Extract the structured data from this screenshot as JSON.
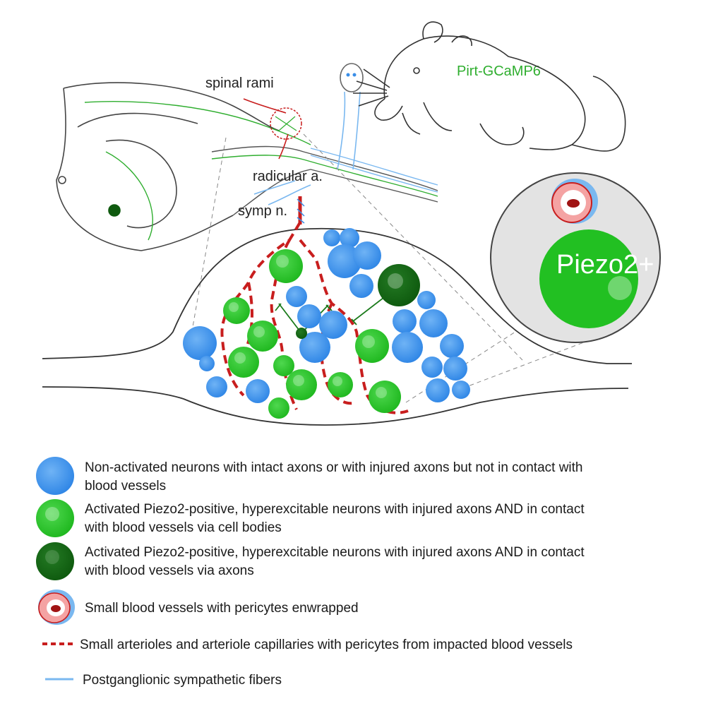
{
  "labels": {
    "spinal_rami": "spinal rami",
    "radicular": "radicular a.",
    "symp": "symp n.",
    "pirt": "Pirt-GCaMP6",
    "piezo2": "Piezo2+"
  },
  "legend": {
    "blue_neuron": {
      "line1": "Non-activated neurons with intact axons or with injured axons but not in contact with",
      "line2": "blood vessels"
    },
    "green_neuron": {
      "line1": "Activated Piezo2-positive, hyperexcitable neurons with injured axons AND in contact",
      "line2": "with blood vessels via cell bodies"
    },
    "dark_green_neuron": {
      "line1": "Activated Piezo2-positive, hyperexcitable neurons with injured axons AND in contact",
      "line2": "with blood vessels via axons"
    },
    "blood_vessel": "Small blood vessels with pericytes enwrapped",
    "arterioles": "Small arterioles and arteriole capillaries with pericytes from impacted blood vessels",
    "sympathetic": "Postganglionic sympathetic fibers"
  },
  "colors": {
    "blue": "#3a8ee8",
    "green": "#22c022",
    "dark_green": "#116611",
    "red": "#c81e1e",
    "sympathetic": "#7ab8f0"
  }
}
